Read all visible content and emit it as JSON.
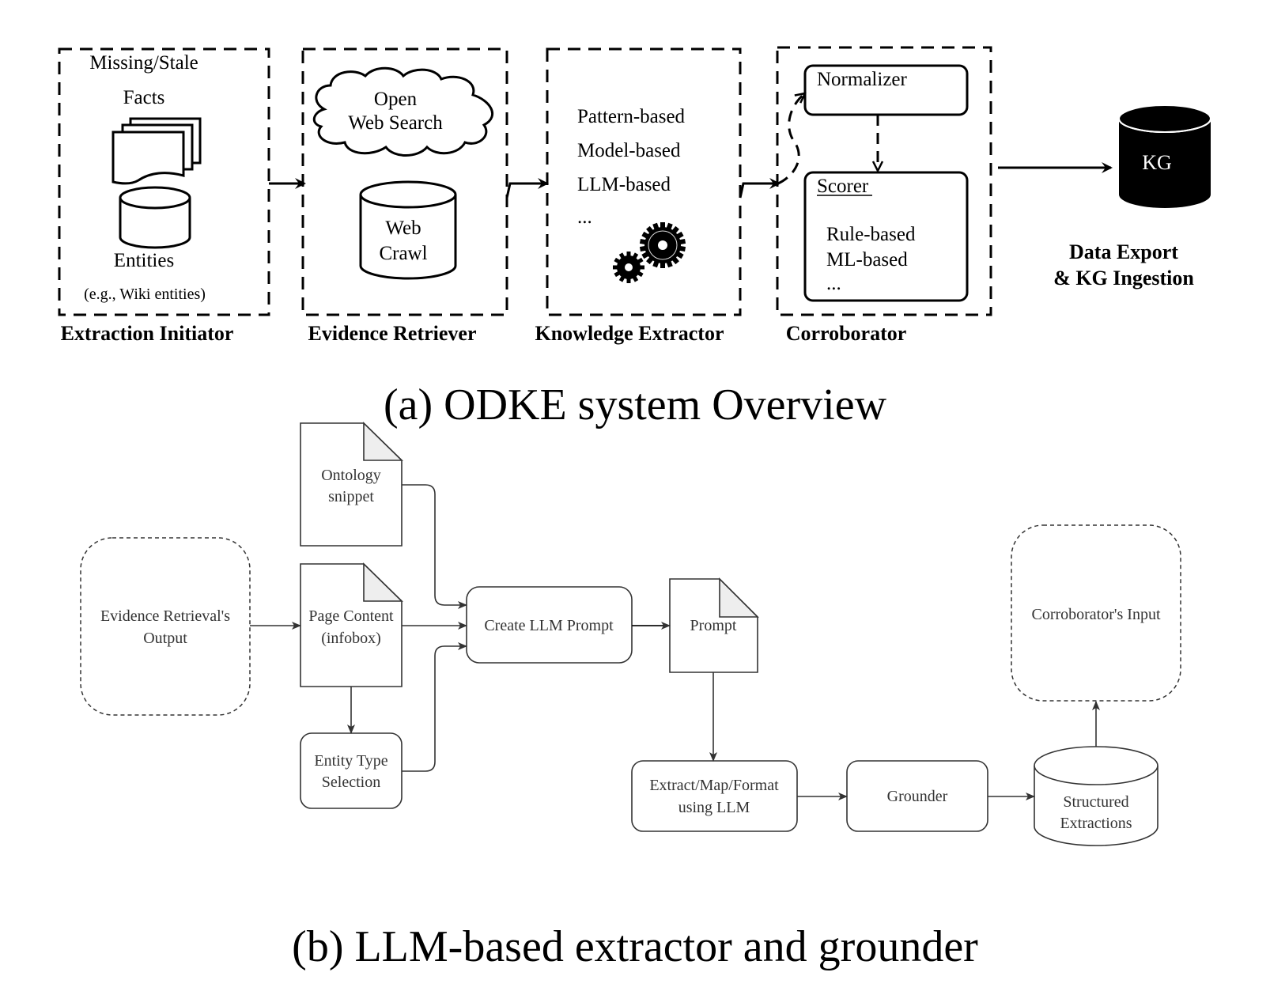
{
  "figure_a": {
    "caption": "(a) ODKE system Overview",
    "initiator": {
      "title": "Extraction Initiator",
      "line1": "Missing/Stale",
      "line2": "Facts",
      "entities": "Entities",
      "example": "(e.g., Wiki entities)"
    },
    "retriever": {
      "title": "Evidence Retriever",
      "cloud_line1": "Open",
      "cloud_line2": "Web Search",
      "db_line1": "Web",
      "db_line2": "Crawl"
    },
    "extractor": {
      "title": "Knowledge Extractor",
      "methods": [
        "Pattern-based",
        "Model-based",
        "LLM-based",
        "..."
      ]
    },
    "corroborator": {
      "title": "Corroborator",
      "normalizer": "Normalizer",
      "scorer": "Scorer",
      "scorer_methods": [
        "Rule-based",
        "ML-based",
        "..."
      ]
    },
    "export": {
      "kg_label": "KG",
      "line1": "Data Export",
      "line2": "& KG Ingestion"
    }
  },
  "figure_b": {
    "caption": "(b) LLM-based extractor and grounder",
    "evidence_output": [
      "Evidence Retrieval's",
      "Output"
    ],
    "ontology": [
      "Ontology",
      "snippet"
    ],
    "page_content": [
      "Page Content",
      "(infobox)"
    ],
    "entity_type": [
      "Entity Type",
      "Selection"
    ],
    "create_prompt": "Create LLM Prompt",
    "prompt": "Prompt",
    "extract": [
      "Extract/Map/Format",
      "using LLM"
    ],
    "grounder": "Grounder",
    "structured": [
      "Structured",
      "Extractions"
    ],
    "corroborator_input": "Corroborator's Input"
  }
}
